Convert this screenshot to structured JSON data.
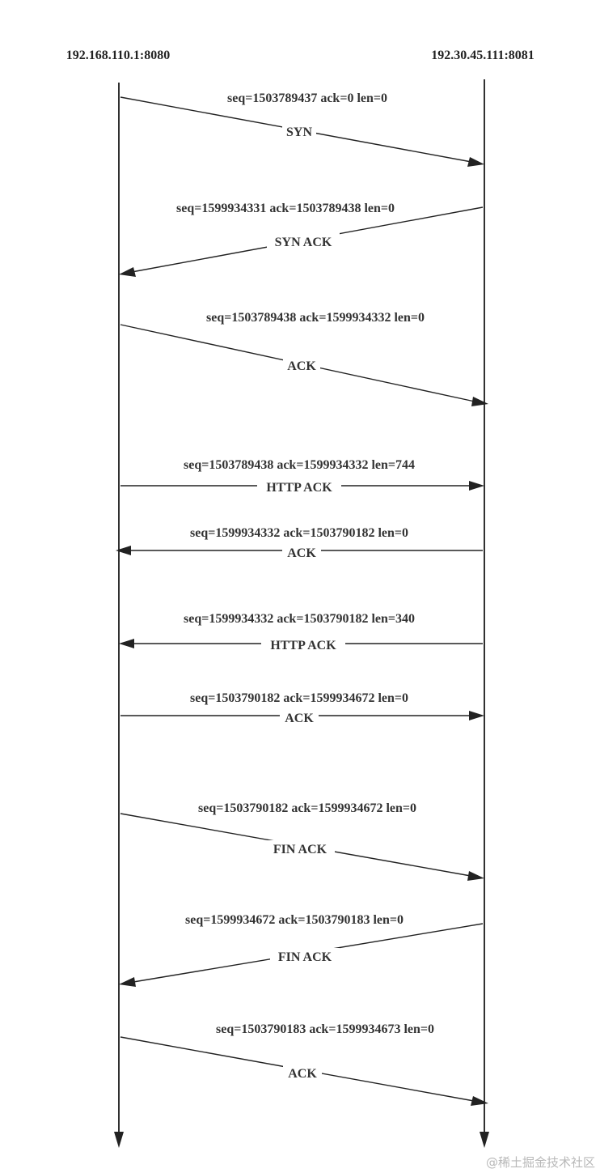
{
  "hosts": {
    "client": "192.168.110.1:8080",
    "server": "192.30.45.111:8081"
  },
  "messages": [
    {
      "seq_text": "seq=1503789437 ack=0 len=0",
      "flag": "SYN",
      "direction": "client-to-server"
    },
    {
      "seq_text": "seq=1599934331 ack=1503789438 len=0",
      "flag": "SYN ACK",
      "direction": "server-to-client"
    },
    {
      "seq_text": "seq=1503789438 ack=1599934332 len=0",
      "flag": "ACK",
      "direction": "client-to-server"
    },
    {
      "seq_text": "seq=1503789438 ack=1599934332 len=744",
      "flag": "HTTP ACK",
      "direction": "client-to-server"
    },
    {
      "seq_text": "seq=1599934332 ack=1503790182 len=0",
      "flag": "ACK",
      "direction": "server-to-client"
    },
    {
      "seq_text": "seq=1599934332 ack=1503790182 len=340",
      "flag": "HTTP ACK",
      "direction": "server-to-client"
    },
    {
      "seq_text": "seq=1503790182 ack=1599934672 len=0",
      "flag": "ACK",
      "direction": "client-to-server"
    },
    {
      "seq_text": "seq=1503790182 ack=1599934672 len=0",
      "flag": "FIN ACK",
      "direction": "client-to-server"
    },
    {
      "seq_text": "seq=1599934672 ack=1503790183 len=0",
      "flag": "FIN ACK",
      "direction": "server-to-client"
    },
    {
      "seq_text": "seq=1503790183 ack=1599934673 len=0",
      "flag": "ACK",
      "direction": "client-to-server"
    }
  ],
  "watermark": "@稀土掘金技术社区"
}
